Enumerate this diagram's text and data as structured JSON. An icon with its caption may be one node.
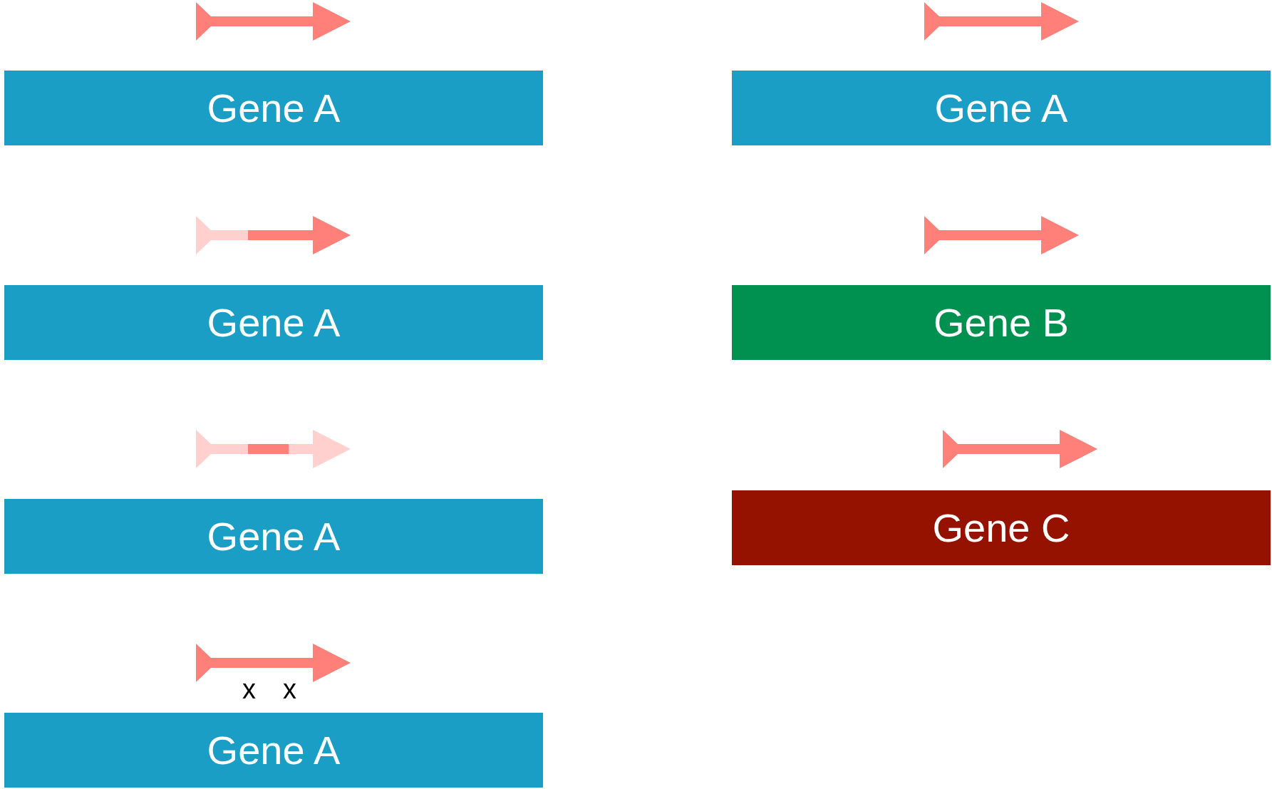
{
  "diagram": {
    "nodes": [
      {
        "text": [
          "Gene A"
        ]
      },
      {
        "text": [
          "Gene A"
        ]
      },
      {
        "text": [
          "Gene A"
        ]
      },
      {
        "text": [
          "Gene A"
        ]
      },
      {
        "text": [
          "Gene A"
        ]
      },
      {
        "text": [
          "Gene B"
        ]
      },
      {
        "text": [
          "Gene C"
        ]
      }
    ],
    "labels": [
      "x",
      "x"
    ]
  }
}
